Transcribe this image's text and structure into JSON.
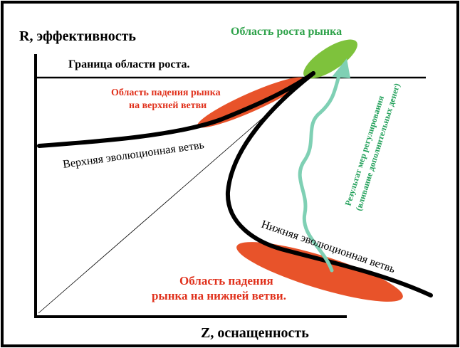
{
  "axes": {
    "y_label": "R, эффективность",
    "x_label": "Z, оснащенность"
  },
  "labels": {
    "growth_boundary": "Граница  области  роста.",
    "market_growth_area": "Область  роста  рынка",
    "upper_fall_line1": "Область  падения рынка",
    "upper_fall_line2": "на  верхней  ветви",
    "upper_branch": "Верхняя эволюционная ветвь",
    "lower_branch": "Нижняя эволюционная ветвь",
    "lower_fall_line1": "Область  падения",
    "lower_fall_line2": "рынка  на  нижней  ветви.",
    "regulation_line1": "Результат  мер  регулирования",
    "regulation_line2": "(вливание  дополнительных  денег)"
  },
  "colors": {
    "frame": "#000000",
    "curve": "#000000",
    "fall_area": "#e8532a",
    "growth_area": "#7ec23c",
    "regulation_arrow": "#7fd0b4",
    "title_green": "#2ea24a",
    "title_red": "#e0311c",
    "regulation_text": "#22a05a"
  }
}
